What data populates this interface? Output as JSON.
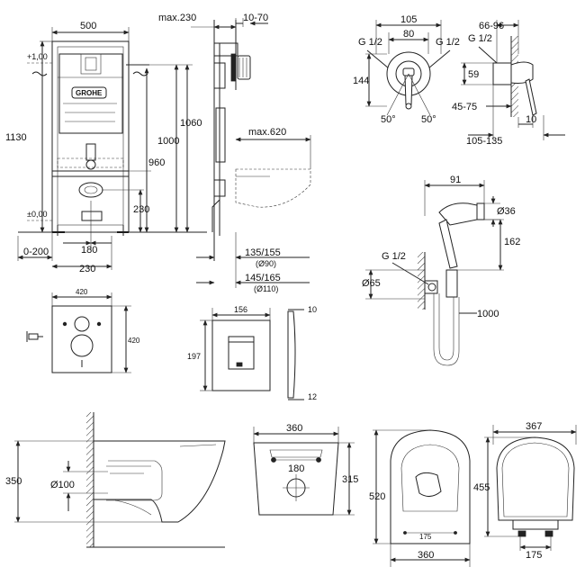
{
  "frame_view": {
    "brand_label": "GROHE",
    "top_width": "500",
    "height_1130": "1130",
    "height_1060": "1060",
    "height_1000": "1000",
    "height_960": "960",
    "height_230": "230",
    "level_plus": "+1,00",
    "level_zero": "±0,00",
    "bottom_0_200": "0-200",
    "bottom_180": "180",
    "bottom_230": "230"
  },
  "side_view": {
    "max_230": "max.230",
    "range_10_70": "10-70",
    "max_620": "max.620",
    "pipe_1_top": "135/155",
    "pipe_1_sub": "(Ø90)",
    "pipe_2_top": "145/165",
    "pipe_2_sub": "(Ø110)"
  },
  "mixer_view": {
    "dim_105": "105",
    "dim_80": "80",
    "thread_left": "G 1/2",
    "thread_right": "G 1/2",
    "thread_side": "G 1/2",
    "dim_66_96": "66-96",
    "dim_144": "144",
    "dim_59": "59",
    "angle_left": "50°",
    "angle_right": "50°",
    "dim_45_75": "45-75",
    "dim_10": "10",
    "dim_105_135": "105-135"
  },
  "hygienic_shower": {
    "dim_91": "91",
    "dia_36": "Ø36",
    "dim_162": "162",
    "thread": "G 1/2",
    "dia_65": "Ø65",
    "hose_1000": "1000"
  },
  "sound_pad": {
    "width": "420",
    "height": "420"
  },
  "flush_plate": {
    "width": "156",
    "height": "197",
    "depth_10": "10",
    "depth_12": "12"
  },
  "bowl_side": {
    "height_350": "350",
    "dia_100": "Ø100"
  },
  "bowl_back": {
    "width_360": "360",
    "height_315": "315",
    "spacing_180": "180"
  },
  "bowl_top": {
    "length_520": "520",
    "width_360": "360",
    "spacing_175": "175"
  },
  "seat": {
    "width_367": "367",
    "length_455": "455",
    "spacing_175": "175"
  }
}
